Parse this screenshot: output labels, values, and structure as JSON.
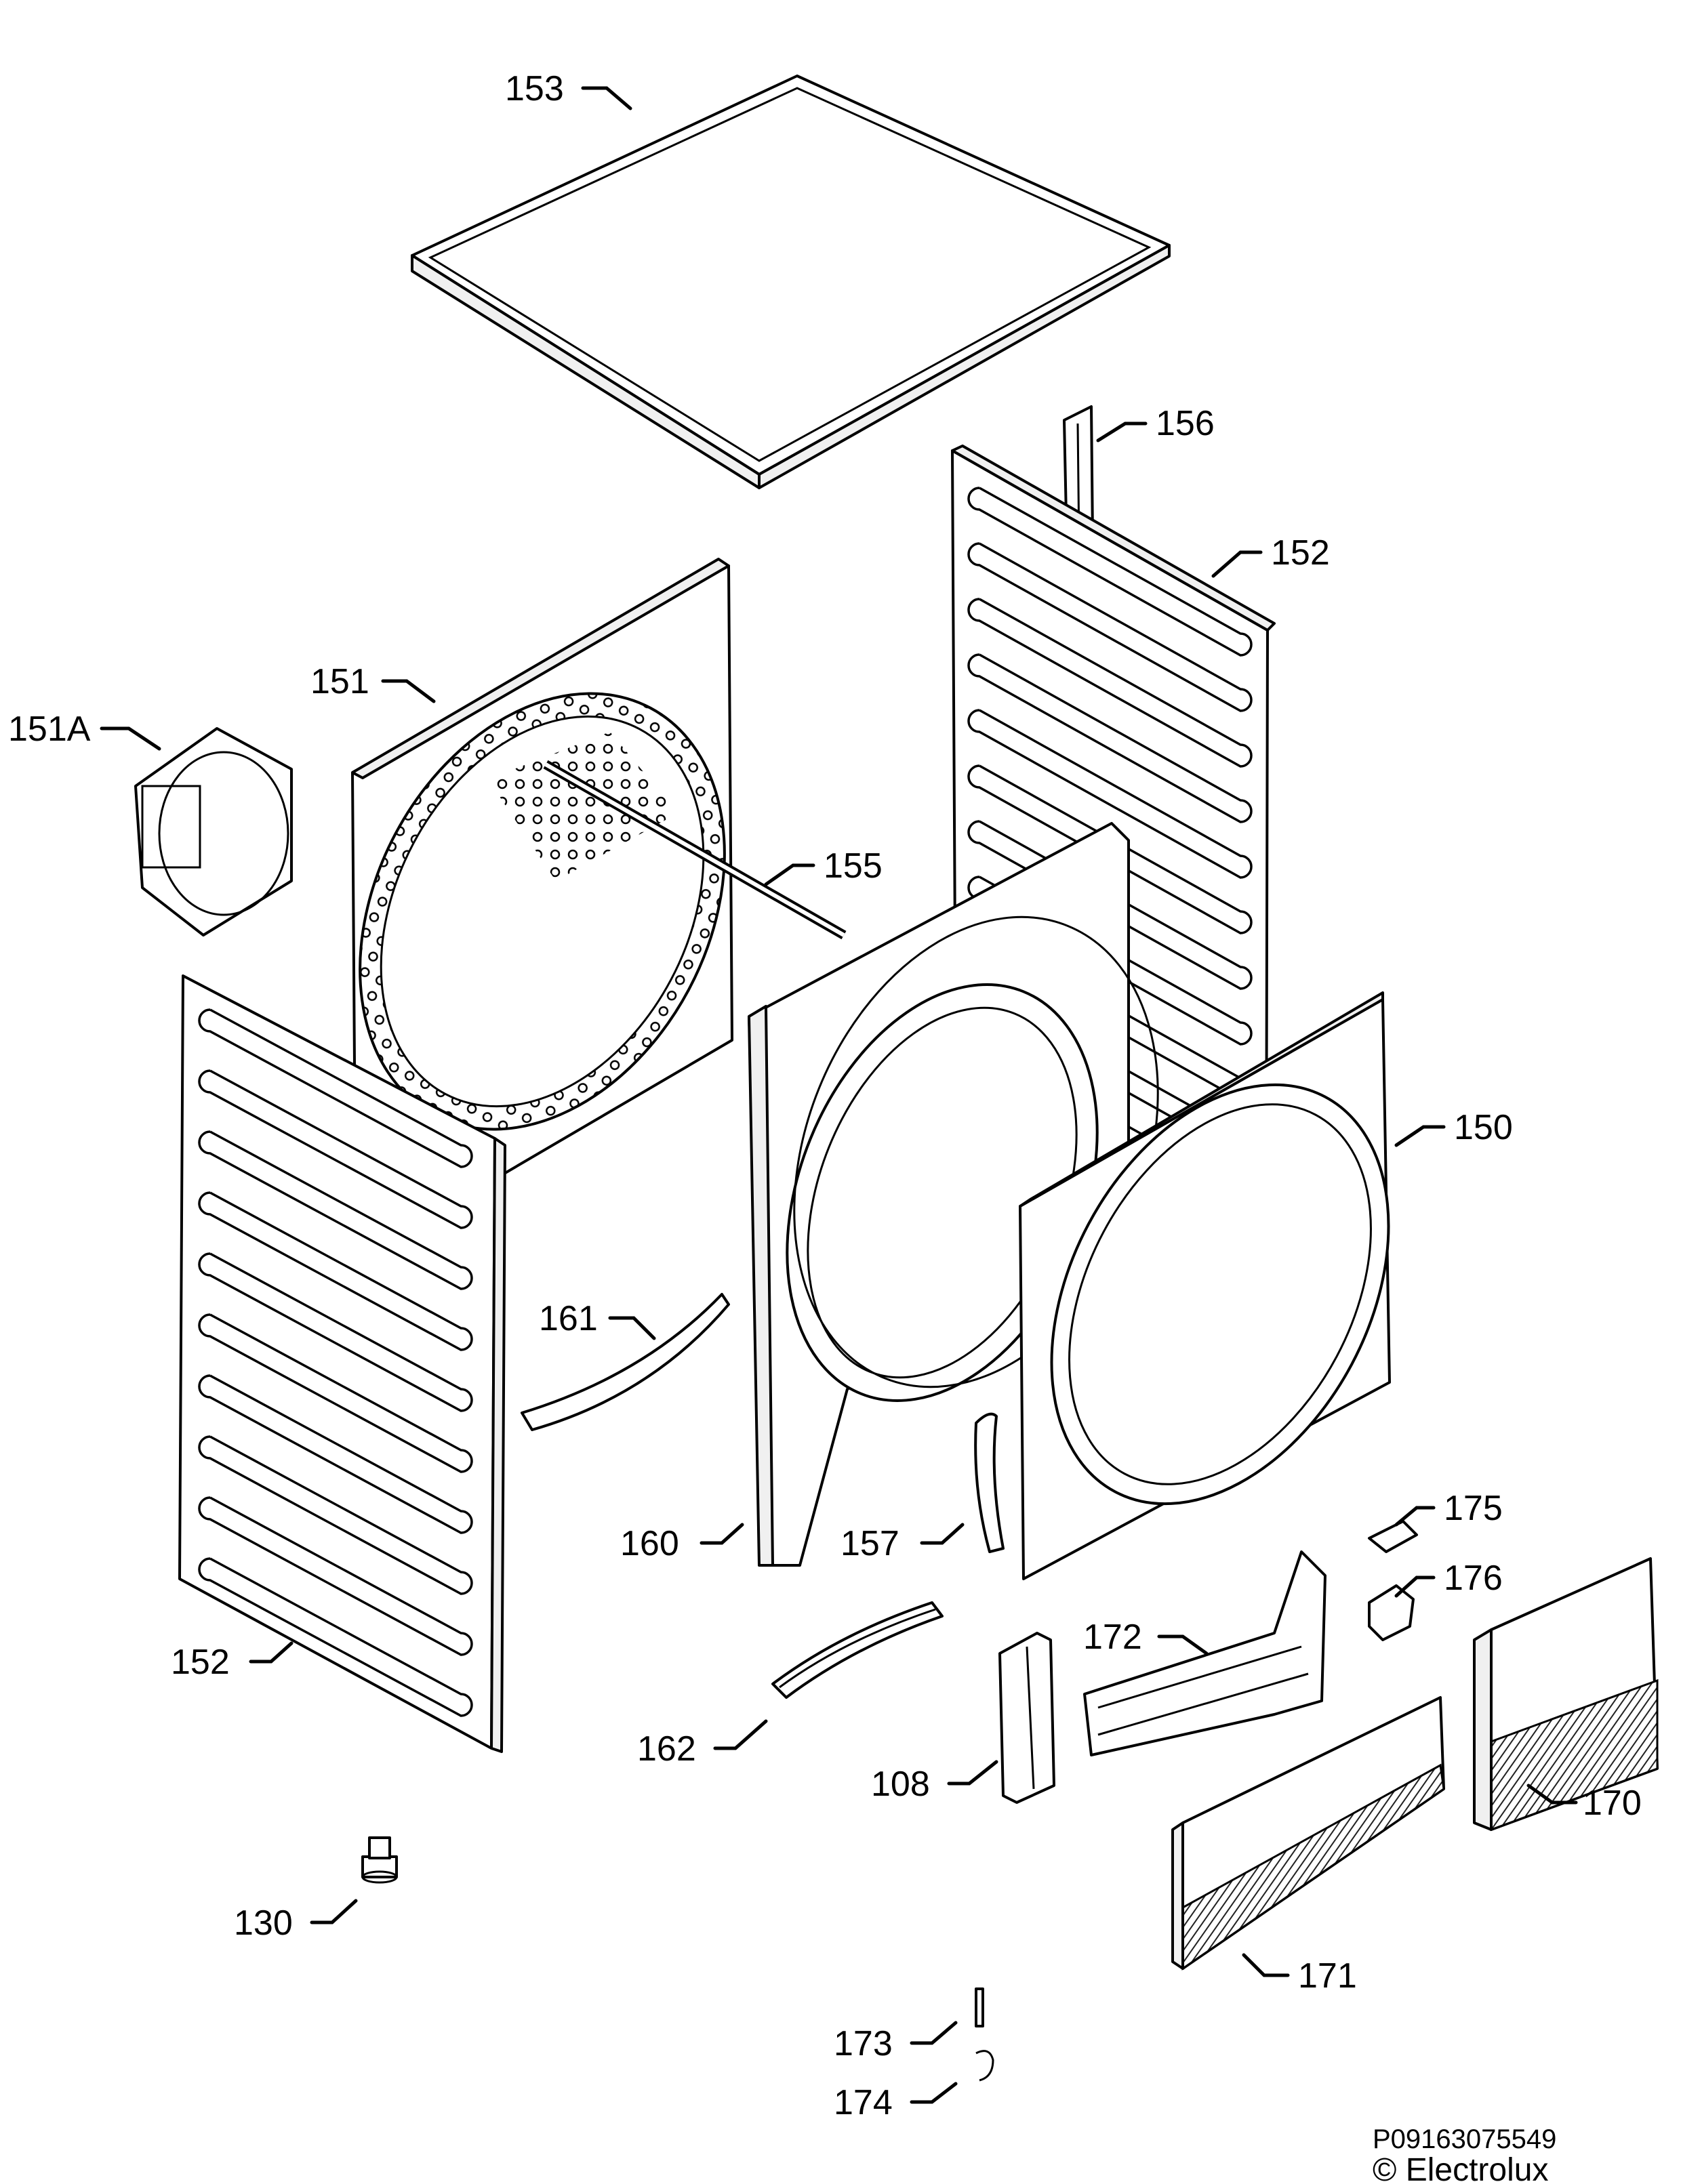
{
  "labels": {
    "p153": "153",
    "p156": "156",
    "p152_top": "152",
    "p151": "151",
    "p151A": "151A",
    "p155": "155",
    "p150": "150",
    "p161": "161",
    "p160": "160",
    "p157": "157",
    "p175": "175",
    "p176": "176",
    "p172": "172",
    "p152_bottom": "152",
    "p162": "162",
    "p108": "108",
    "p170": "170",
    "p130": "130",
    "p171": "171",
    "p173": "173",
    "p174": "174"
  },
  "footer": {
    "code": "P09163075549",
    "copyright": "© Electrolux"
  }
}
